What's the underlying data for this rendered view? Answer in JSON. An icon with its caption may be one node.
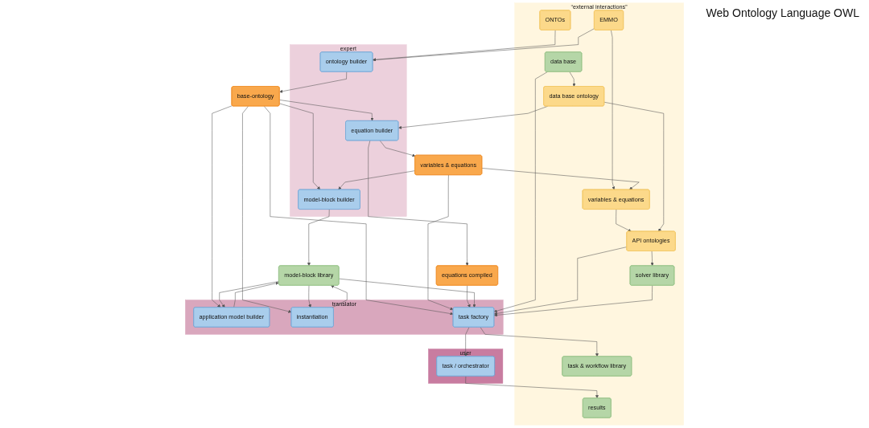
{
  "diagram": {
    "nodes": [
      {
        "text": [
          "“external interactions”"
        ]
      },
      {
        "text": [
          "ONTOs"
        ],
        "in": 0
      },
      {
        "text": [
          "EMMO"
        ],
        "in": 0
      },
      {
        "text": [
          "variables & equations"
        ],
        "in": 0
      },
      {
        "text": [
          "API ontologies"
        ],
        "in": 0
      },
      {
        "text": [
          "data base ontology"
        ],
        "in": 0
      },
      {
        "text": [
          "task & workflow library"
        ],
        "in": 0
      },
      {
        "text": [
          "data base"
        ],
        "in": 0
      },
      {
        "text": [
          "solver library"
        ],
        "in": 0
      },
      {
        "text": [
          "results"
        ],
        "in": 0
      },
      {
        "text": [
          "base-ontology"
        ]
      },
      {
        "text": [
          "variables & equations"
        ]
      },
      {
        "text": [
          "equations compiled"
        ]
      },
      {
        "text": [
          "model-block library"
        ]
      },
      {
        "text": [
          "expert"
        ]
      },
      {
        "text": [
          "ontology builder"
        ],
        "in": 14
      },
      {
        "text": [
          "equation builder"
        ],
        "in": 14
      },
      {
        "text": [
          "model-block builder"
        ],
        "in": 14
      },
      {
        "text": [
          "translator"
        ]
      },
      {
        "text": [
          "application model builder"
        ],
        "in": 18
      },
      {
        "text": [
          "instantiation"
        ],
        "in": 18
      },
      {
        "text": [
          "task factory"
        ],
        "in": 18
      },
      {
        "text": [
          "user"
        ]
      },
      {
        "text": [
          "task / orchestrator"
        ],
        "in": 22
      }
    ],
    "edges": [
      {
        "from": 2,
        "to": 3,
        "arrow": "to"
      },
      {
        "from": 3,
        "to": 4,
        "arrow": "to"
      },
      {
        "from": 5,
        "to": 4,
        "arrow": "to"
      },
      {
        "from": 7,
        "to": 5,
        "arrow": "to"
      },
      {
        "from": 4,
        "to": 8,
        "arrow": "to"
      },
      {
        "from": 1,
        "to": 15,
        "arrow": "to"
      },
      {
        "from": 2,
        "to": 15,
        "arrow": "to"
      },
      {
        "from": 5,
        "to": 16,
        "arrow": "to"
      },
      {
        "from": 11,
        "to": 3,
        "arrow": "to"
      },
      {
        "from": 7,
        "to": 21,
        "arrow": "to"
      },
      {
        "from": 4,
        "to": 21,
        "arrow": "to"
      },
      {
        "from": 8,
        "to": 21,
        "arrow": "to"
      },
      {
        "from": 21,
        "to": 6,
        "arrow": "to"
      },
      {
        "from": 21,
        "to": 23,
        "arrow": "to"
      },
      {
        "from": 23,
        "to": 9,
        "arrow": "to"
      },
      {
        "from": 15,
        "to": 10,
        "arrow": "to"
      },
      {
        "from": 10,
        "to": 16,
        "arrow": "to"
      },
      {
        "from": 10,
        "to": 17,
        "arrow": "to"
      },
      {
        "from": 10,
        "to": 19,
        "arrow": "to"
      },
      {
        "from": 10,
        "to": 20,
        "arrow": "to"
      },
      {
        "from": 10,
        "to": 21,
        "arrow": "to"
      },
      {
        "from": 16,
        "to": 11,
        "arrow": "to"
      },
      {
        "from": 16,
        "to": 12,
        "arrow": "to"
      },
      {
        "from": 11,
        "to": 17,
        "arrow": "to"
      },
      {
        "from": 11,
        "to": 21,
        "arrow": "to"
      },
      {
        "from": 12,
        "to": 21,
        "arrow": "to"
      },
      {
        "from": 17,
        "to": 13,
        "arrow": "to"
      },
      {
        "from": 13,
        "to": 19,
        "arrow": "to"
      },
      {
        "from": 19,
        "to": 13,
        "arrow": "to"
      },
      {
        "from": 13,
        "to": 20,
        "arrow": "to"
      },
      {
        "from": 20,
        "to": 13,
        "arrow": "to"
      },
      {
        "from": 13,
        "to": 21,
        "arrow": "to"
      }
    ],
    "labels": [
      "Web Ontology Language OWL"
    ]
  }
}
